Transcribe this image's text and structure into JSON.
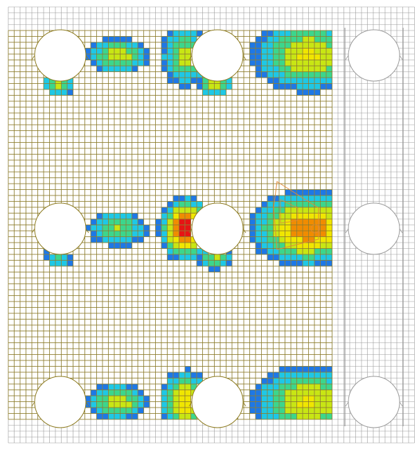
{
  "view": {
    "background": "#ffffff",
    "mesh_color_model": "#8c7a1e",
    "mesh_color_undeformed": "#9a9a9a",
    "hole_outline_color": "#8c7a1e",
    "load_marker_color": "#e08a3a"
  },
  "contour_palette": [
    "#1e78e6",
    "#1ec8e6",
    "#3cd68c",
    "#c8e614",
    "#f0e600",
    "#f08c00",
    "#e61414"
  ],
  "mesh": {
    "columns": 69,
    "rows": 74,
    "model_columns": 55,
    "model_row_start": 4,
    "model_row_end": 70
  },
  "holes": [
    {
      "row": 0,
      "col": 0,
      "in_model": true
    },
    {
      "row": 0,
      "col": 1,
      "in_model": true
    },
    {
      "row": 0,
      "col": 2,
      "in_model": false
    },
    {
      "row": 1,
      "col": 0,
      "in_model": true
    },
    {
      "row": 1,
      "col": 1,
      "in_model": true
    },
    {
      "row": 1,
      "col": 2,
      "in_model": false
    },
    {
      "row": 2,
      "col": 0,
      "in_model": true
    },
    {
      "row": 2,
      "col": 1,
      "in_model": true
    },
    {
      "row": 2,
      "col": 2,
      "in_model": false
    }
  ],
  "stress_zones": [
    {
      "band": "top",
      "name": "ligament-left",
      "peak": 0.55
    },
    {
      "band": "top",
      "name": "ligament-center",
      "peak": 0.5
    },
    {
      "band": "top",
      "name": "ligament-right",
      "peak": 0.6
    },
    {
      "band": "top",
      "name": "hole-left-bottom",
      "peak": 0.5
    },
    {
      "band": "top",
      "name": "hole-center-bottom",
      "peak": 0.5
    },
    {
      "band": "middle",
      "name": "ligament-left",
      "peak": 0.45
    },
    {
      "band": "middle",
      "name": "ligament-center",
      "peak": 1.0
    },
    {
      "band": "middle",
      "name": "ligament-right",
      "peak": 0.85
    },
    {
      "band": "middle",
      "name": "hole-left-bottom",
      "peak": 0.3
    },
    {
      "band": "middle",
      "name": "hole-center-bottom",
      "peak": 0.45
    },
    {
      "band": "bottom",
      "name": "ligament-left",
      "peak": 0.55
    },
    {
      "band": "bottom",
      "name": "ligament-center",
      "peak": 0.7
    },
    {
      "band": "bottom",
      "name": "ligament-right",
      "peak": 0.6
    },
    {
      "band": "bottom",
      "name": "hole-center-bottom",
      "peak": 0.3
    }
  ]
}
